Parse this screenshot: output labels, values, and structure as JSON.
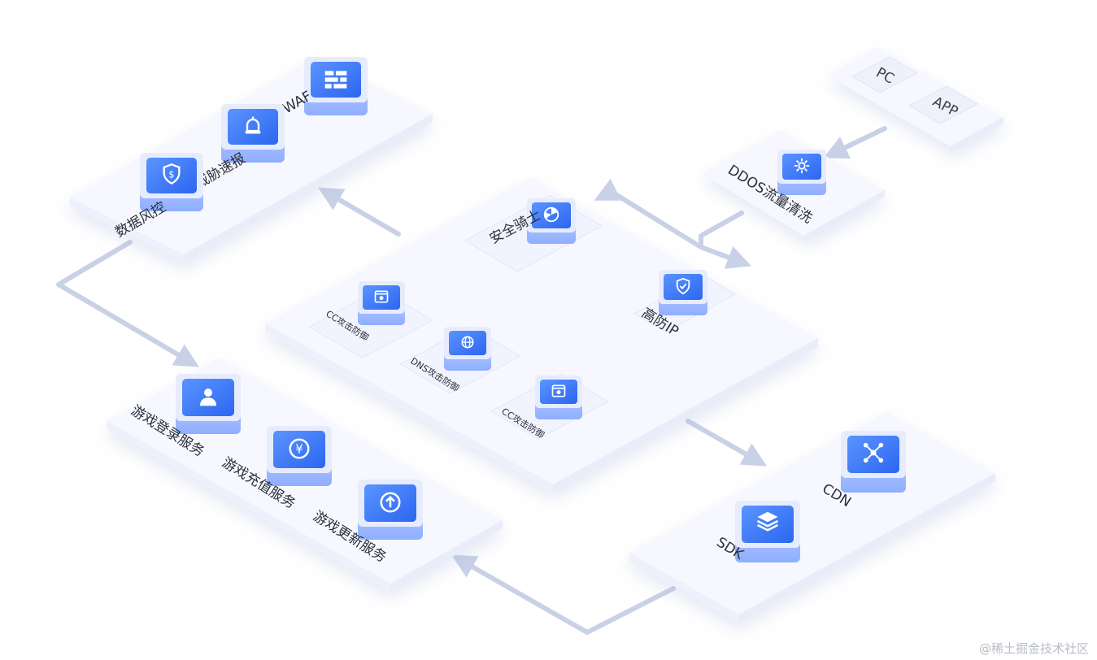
{
  "colors": {
    "platform_top": "#f7f8ff",
    "platform_side": "#e9ecf9",
    "arrow": "#c8d1e6",
    "cube_top": "#e7ecfd",
    "cube_face": "#3b7cff",
    "icon": "#ffffff"
  },
  "groups": {
    "risk": {
      "waf": {
        "label": "WAF",
        "icon": "firewall-icon"
      },
      "alert": {
        "label": "威胁速报",
        "icon": "alarm-icon"
      },
      "risk_ctrl": {
        "label": "数据风控",
        "icon": "shield-dollar-icon"
      }
    },
    "clients": {
      "pc": "PC",
      "app": "APP"
    },
    "ddos": {
      "label": "DDOS流量清洗",
      "icon": "gear-icon"
    },
    "center": {
      "knight": {
        "label": "安全骑士",
        "icon": "radar-icon"
      },
      "cc1": {
        "label": "CC攻击防御",
        "icon": "cc-icon"
      },
      "dns": {
        "label": "DNS攻击防御",
        "icon": "dns-icon"
      },
      "gaofang": {
        "label": "高防IP",
        "icon": "shield-check-icon"
      },
      "cc2": {
        "label": "CC攻击防御",
        "icon": "cc-icon"
      }
    },
    "game": {
      "login": {
        "label": "游戏登录服务",
        "icon": "user-icon"
      },
      "recharge": {
        "label": "游戏充值服务",
        "icon": "yuan-icon"
      },
      "update": {
        "label": "游戏更新服务",
        "icon": "upload-icon"
      }
    },
    "cdn_sdk": {
      "cdn": {
        "label": "CDN",
        "icon": "network-icon"
      },
      "sdk": {
        "label": "SDK",
        "icon": "layers-icon"
      }
    }
  },
  "watermark": "@稀土掘金技术社区"
}
